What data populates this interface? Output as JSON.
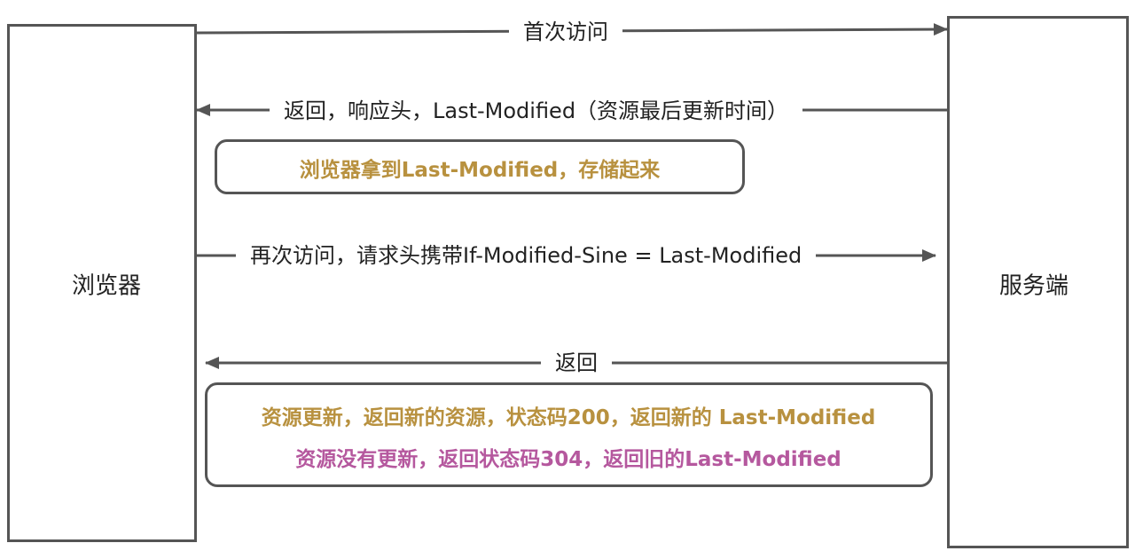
{
  "colors": {
    "line": "#555555",
    "text": "#222222",
    "note_gold": "#b8913f",
    "note_magenta": "#b5589e"
  },
  "participants": {
    "browser_label": "浏览器",
    "server_label": "服务端"
  },
  "messages": {
    "first_visit": "首次访问",
    "response_with_header": "返回，响应头，Last-Modified（资源最后更新时间）",
    "second_visit": "再次访问，请求头携带If-Modified-Sine = Last-Modified",
    "return": "返回"
  },
  "notes": {
    "store_note": "浏览器拿到Last-Modified，存储起来",
    "updated_note": "资源更新，返回新的资源，状态码200，返回新的 Last-Modified",
    "not_updated_note": "资源没有更新，返回状态码304，返回旧的Last-Modified"
  }
}
